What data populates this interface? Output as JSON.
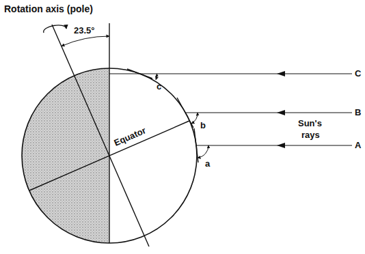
{
  "diagram": {
    "labels": [
      "Rotation axis (pole)",
      "23.5°",
      "Sun's",
      "rays",
      "C",
      "B",
      "A",
      "Equator",
      "c",
      "b",
      "a"
    ]
  }
}
